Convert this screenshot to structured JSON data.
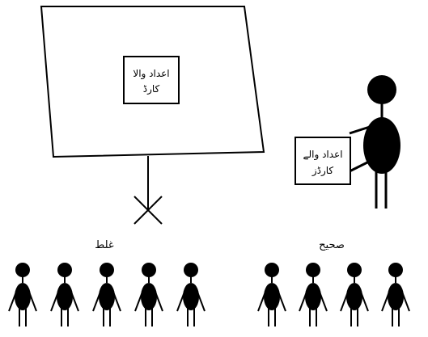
{
  "board_card": {
    "line1": "اعداد والا",
    "line2": "کارڈ"
  },
  "held_card": {
    "line1": "اعداد والے",
    "line2": "کارڈز"
  },
  "groups": {
    "wrong": {
      "label": "غلط",
      "count": 5
    },
    "right": {
      "label": "صحیح",
      "count": 4
    }
  },
  "colors": {
    "ink": "#000000",
    "paper": "#ffffff"
  }
}
